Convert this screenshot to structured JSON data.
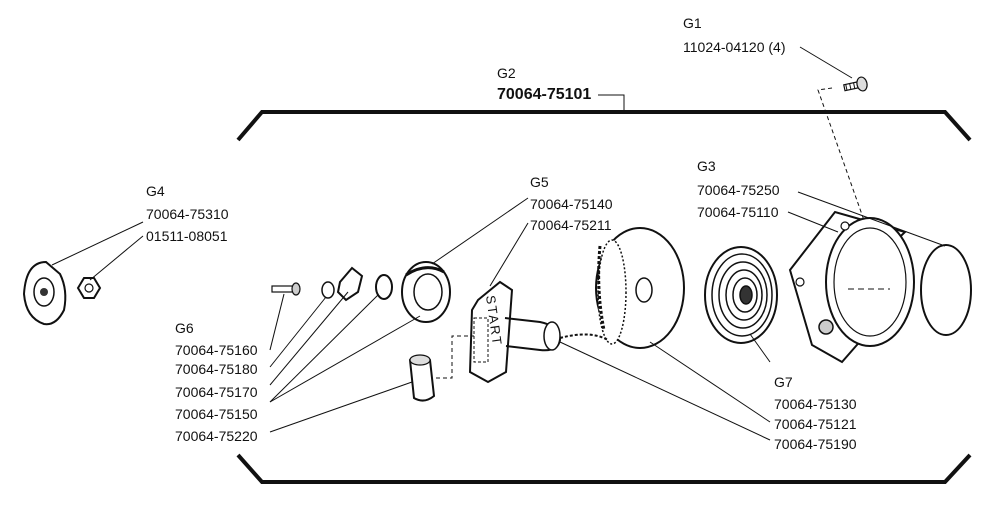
{
  "groups": {
    "g1": {
      "title": "G1",
      "parts": [
        "11024-04120 (4)"
      ]
    },
    "g2": {
      "title": "G2",
      "parts": [
        "70064-75101"
      ]
    },
    "g3": {
      "title": "G3",
      "parts": [
        "70064-75250",
        "70064-75110"
      ]
    },
    "g4": {
      "title": "G4",
      "parts": [
        "70064-75310",
        "01511-08051"
      ]
    },
    "g5": {
      "title": "G5",
      "parts": [
        "70064-75140",
        "70064-75211"
      ]
    },
    "g6": {
      "title": "G6",
      "parts": [
        "70064-75160",
        "70064-75180",
        "70064-75170",
        "70064-75150",
        "70064-75220"
      ]
    },
    "g7": {
      "title": "G7",
      "parts": [
        "70064-75130",
        "70064-75121",
        "70064-75190"
      ]
    }
  },
  "handle_text": "START"
}
